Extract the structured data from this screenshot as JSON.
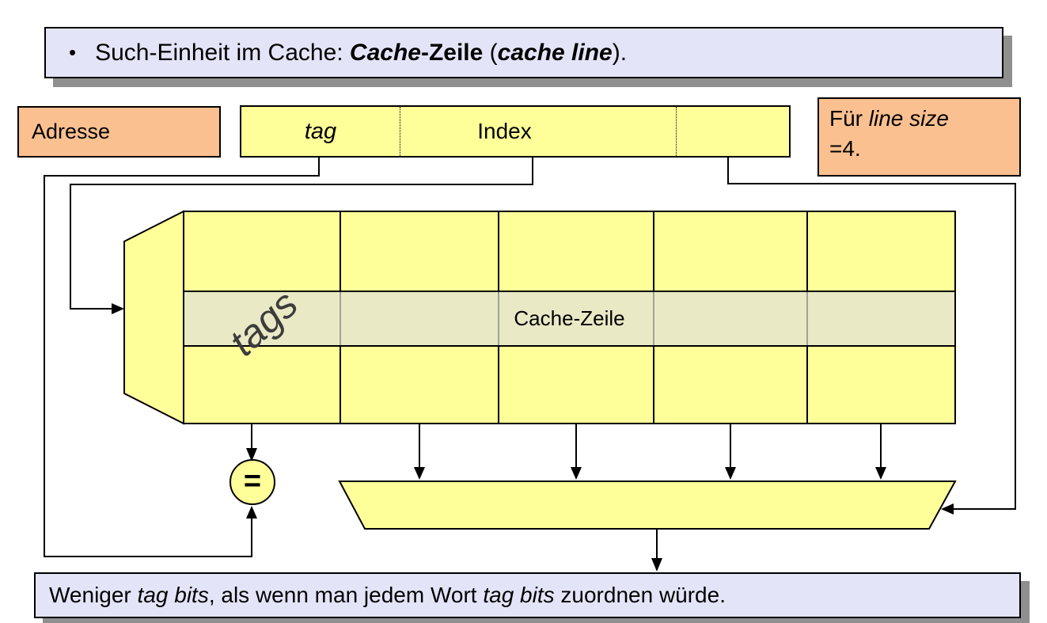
{
  "title": {
    "bullet": "•",
    "part1": "Such-Einheit im Cache: ",
    "part2": "Cache",
    "part3": "-Zeile",
    "part4": " (",
    "part5": "cache line",
    "part6": ")."
  },
  "address_label": {
    "text": "Adresse"
  },
  "address_field": {
    "tag_label": "tag",
    "index_label": "Index"
  },
  "note_box": {
    "line1_regular": "Für ",
    "line1_italic": "line size",
    "line2": "=4."
  },
  "cache_array": {
    "tags_label": "tags",
    "row_label": "Cache-Zeile",
    "columns": 5,
    "rows": 3
  },
  "comparator": {
    "symbol": "="
  },
  "footer": {
    "part1": "Weniger ",
    "part2": "tag bits",
    "part3": ", als wenn man jedem Wort ",
    "part4": "tag bits",
    "part5": " zuordnen würde."
  },
  "colors": {
    "yellow": "#ffff99",
    "orange": "#fac090",
    "lavender": "#e4e4f8",
    "highlight_row": "#e9e9c6",
    "shadow": "#8f8f8f",
    "line": "#000000"
  }
}
